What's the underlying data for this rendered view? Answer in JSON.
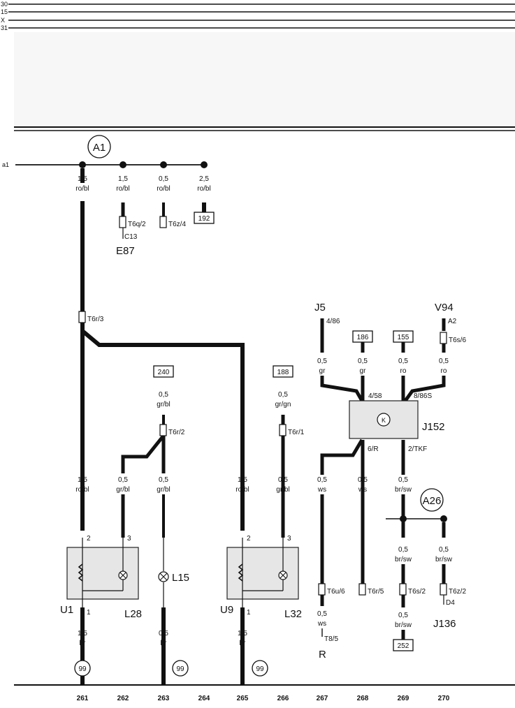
{
  "rails": {
    "top": [
      "30",
      "15",
      "X",
      "31"
    ],
    "mid": "a1"
  },
  "circles": {
    "a1": "A1",
    "a26": "A26",
    "k": "K",
    "ground_261": "99",
    "ground_263": "99",
    "ground_265": "99"
  },
  "ref_boxes": {
    "r192": "192",
    "r240": "240",
    "r188": "188",
    "r186": "186",
    "r155": "155",
    "r252": "252"
  },
  "wires": [
    {
      "id": "w261_top",
      "size": "1,5",
      "color": "ro/bl"
    },
    {
      "id": "w262_top",
      "size": "1,5",
      "color": "ro/bl"
    },
    {
      "id": "w263_top",
      "size": "0,5",
      "color": "ro/bl"
    },
    {
      "id": "w264_top",
      "size": "2,5",
      "color": "ro/bl"
    },
    {
      "id": "w263_mid",
      "size": "0,5",
      "color": "gr/bl"
    },
    {
      "id": "w266_mid",
      "size": "0,5",
      "color": "gr/gn"
    },
    {
      "id": "w267_mid",
      "size": "0,5",
      "color": "gr"
    },
    {
      "id": "w268_mid",
      "size": "0,5",
      "color": "gr"
    },
    {
      "id": "w269_mid",
      "size": "0,5",
      "color": "ro"
    },
    {
      "id": "w270_mid",
      "size": "0,5",
      "color": "ro"
    },
    {
      "id": "w261_low",
      "size": "1,5",
      "color": "ro/bl"
    },
    {
      "id": "w262_low",
      "size": "0,5",
      "color": "gr/bl"
    },
    {
      "id": "w263_low",
      "size": "0,5",
      "color": "gr/bl"
    },
    {
      "id": "w265_low",
      "size": "1,5",
      "color": "ro/bl"
    },
    {
      "id": "w266_low",
      "size": "0,5",
      "color": "gr/bl"
    },
    {
      "id": "w267_low",
      "size": "0,5",
      "color": "ws"
    },
    {
      "id": "w268_low",
      "size": "0,5",
      "color": "ws"
    },
    {
      "id": "w269_low",
      "size": "0,5",
      "color": "br/sw"
    },
    {
      "id": "w269_a26",
      "size": "0,5",
      "color": "br/sw"
    },
    {
      "id": "w270_a26",
      "size": "0,5",
      "color": "br/sw"
    },
    {
      "id": "w261_bot",
      "size": "1,5",
      "color": "br"
    },
    {
      "id": "w263_bot",
      "size": "0,5",
      "color": "br"
    },
    {
      "id": "w265_bot",
      "size": "1,5",
      "color": "br"
    },
    {
      "id": "w267_bot",
      "size": "0,5",
      "color": "ws"
    },
    {
      "id": "w269_bot",
      "size": "0,5",
      "color": "br/sw"
    }
  ],
  "connectors": {
    "t6q2": "T6q/2",
    "c13": "C13",
    "t6z4": "T6z/4",
    "t6r3": "T6r/3",
    "t6r2": "T6r/2",
    "t6r1": "T6r/1",
    "j5_pin": "4/86",
    "v94_pin": "A2",
    "t6s6": "T6s/6",
    "pin_458": "4/58",
    "pin_886s": "8/86S",
    "pin_6r": "6/R",
    "pin_2tkf": "2/TKF",
    "t6u6": "T6u/6",
    "t6r5": "T6r/5",
    "t6s2": "T6s/2",
    "t6z2": "T6z/2",
    "d4": "D4",
    "t85": "T8/5",
    "pin_2a": "2",
    "pin_3a": "3",
    "pin_1a": "1",
    "pin_2b": "2",
    "pin_3b": "3",
    "pin_1b": "1"
  },
  "components": {
    "e87": "E87",
    "j5": "J5",
    "v94": "V94",
    "j152": "J152",
    "u1": "U1",
    "l28": "L28",
    "l15": "L15",
    "u9": "U9",
    "l32": "L32",
    "r": "R",
    "j136": "J136"
  },
  "columns": [
    "261",
    "262",
    "263",
    "264",
    "265",
    "266",
    "267",
    "268",
    "269",
    "270"
  ]
}
